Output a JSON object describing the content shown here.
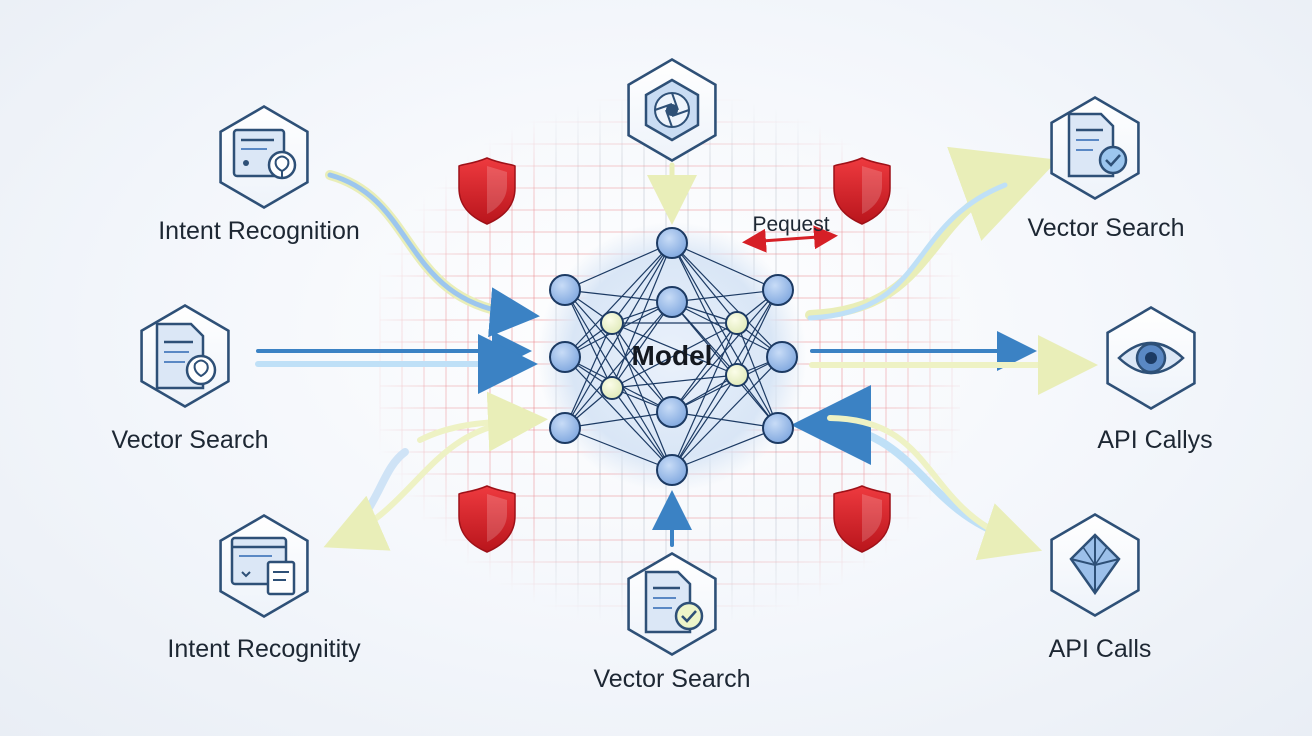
{
  "center": {
    "label": "Model",
    "request_label": "Pequest"
  },
  "nodes": {
    "top_left": {
      "label": "Intent Recognition",
      "icon": "document-brain-icon"
    },
    "mid_left": {
      "label": "Vector Search",
      "icon": "document-brain-icon"
    },
    "bottom_left": {
      "label": "Intent Recognitity",
      "icon": "window-document-icon"
    },
    "top_center": {
      "icon": "aperture-icon"
    },
    "bottom_center": {
      "label": "Vector Search",
      "icon": "document-check-icon"
    },
    "top_right": {
      "label": "Vector Search",
      "icon": "document-check-icon"
    },
    "mid_right": {
      "label": "API Callys",
      "icon": "eye-icon"
    },
    "bottom_right": {
      "label": "API Calls",
      "icon": "gem-icon"
    }
  },
  "colors": {
    "node_border": "#2e5077",
    "network_node": "#8fb4e8",
    "network_hidden_node": "#eef5c9",
    "shield": "#d61f26",
    "grid": "#e4565c",
    "arrow_blue": "#3b82c4",
    "arrow_yellow": "#e7ecb0"
  }
}
